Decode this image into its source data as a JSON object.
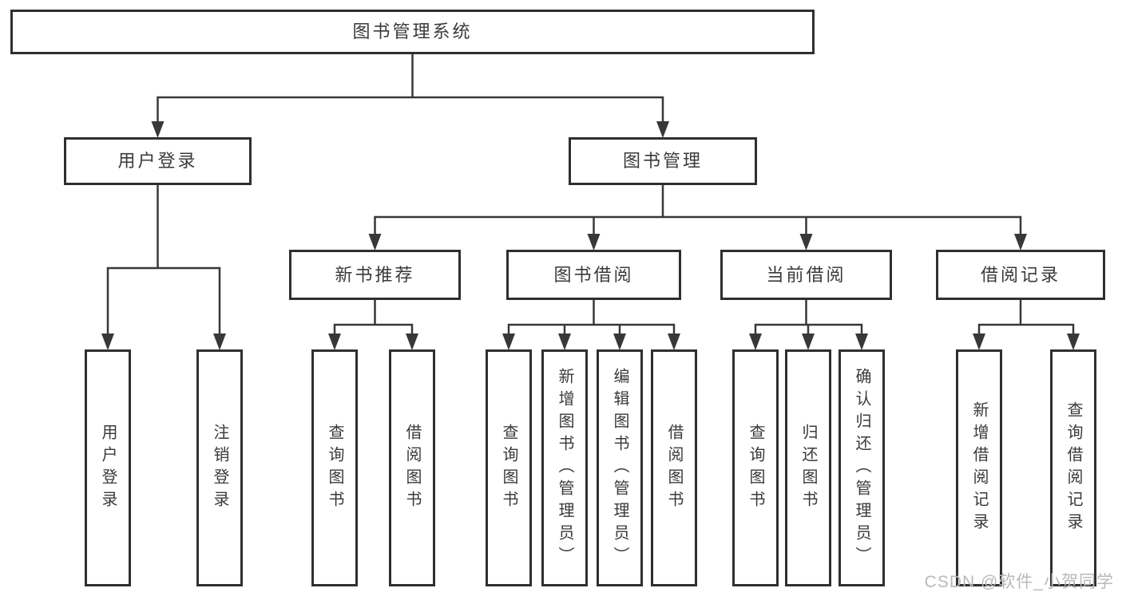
{
  "tree": {
    "label": "图书管理系统",
    "children": [
      {
        "label": "用户登录",
        "children": [
          {
            "label": "用户登录"
          },
          {
            "label": "注销登录"
          }
        ]
      },
      {
        "label": "图书管理",
        "children": [
          {
            "label": "新书推荐",
            "children": [
              {
                "label": "查询图书"
              },
              {
                "label": "借阅图书"
              }
            ]
          },
          {
            "label": "图书借阅",
            "children": [
              {
                "label": "查询图书"
              },
              {
                "label": "新增图书（管理员）"
              },
              {
                "label": "编辑图书（管理员）"
              },
              {
                "label": "借阅图书"
              }
            ]
          },
          {
            "label": "当前借阅",
            "children": [
              {
                "label": "查询图书"
              },
              {
                "label": "归还图书"
              },
              {
                "label": "确认归还（管理员）"
              }
            ]
          },
          {
            "label": "借阅记录",
            "children": [
              {
                "label": "新增借阅记录"
              },
              {
                "label": "查询借阅记录"
              }
            ]
          }
        ]
      }
    ]
  },
  "watermark": {
    "text": "CSDN @软件_小贺同学"
  },
  "colors": {
    "line": "#383838",
    "box_border": "#2f2f2f",
    "text": "#3a3a3a",
    "watermark": "#b9b9b9",
    "background": "#ffffff"
  }
}
